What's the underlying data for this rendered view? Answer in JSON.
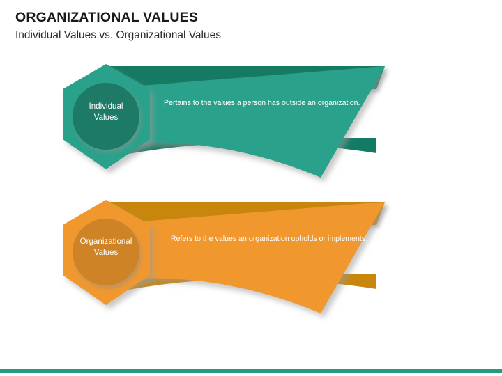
{
  "slide": {
    "title": "ORGANIZATIONAL VALUES",
    "subtitle": "Individual Values vs. Organizational Values"
  },
  "colors": {
    "teal_main": "#2AA18A",
    "teal_dark": "#137A63",
    "teal_circle": "#1B7A66",
    "teal_footer": "#249A7F",
    "orange_main": "#F0982F",
    "orange_dark": "#C8860D",
    "orange_circle": "#CE8425",
    "shadow": "#BFBFBF",
    "text_on_shape": "#FFFFFF",
    "title_text": "#1A1A1A"
  },
  "rows": [
    {
      "id": "individual",
      "label_line1": "Individual",
      "label_line2": "Values",
      "description": "Pertains to the values a person has outside an organization.",
      "fill_main": "#2AA18A",
      "fill_dark": "#137A63",
      "fill_circle": "#1B7A66"
    },
    {
      "id": "organizational",
      "label_line1": "Organizational",
      "label_line2": "Values",
      "description": "Refers to the values an organization upholds or implements.",
      "fill_main": "#F0982F",
      "fill_dark": "#C8860D",
      "fill_circle": "#CE8425"
    }
  ],
  "footer": {
    "rule_color": "#249A7F"
  }
}
